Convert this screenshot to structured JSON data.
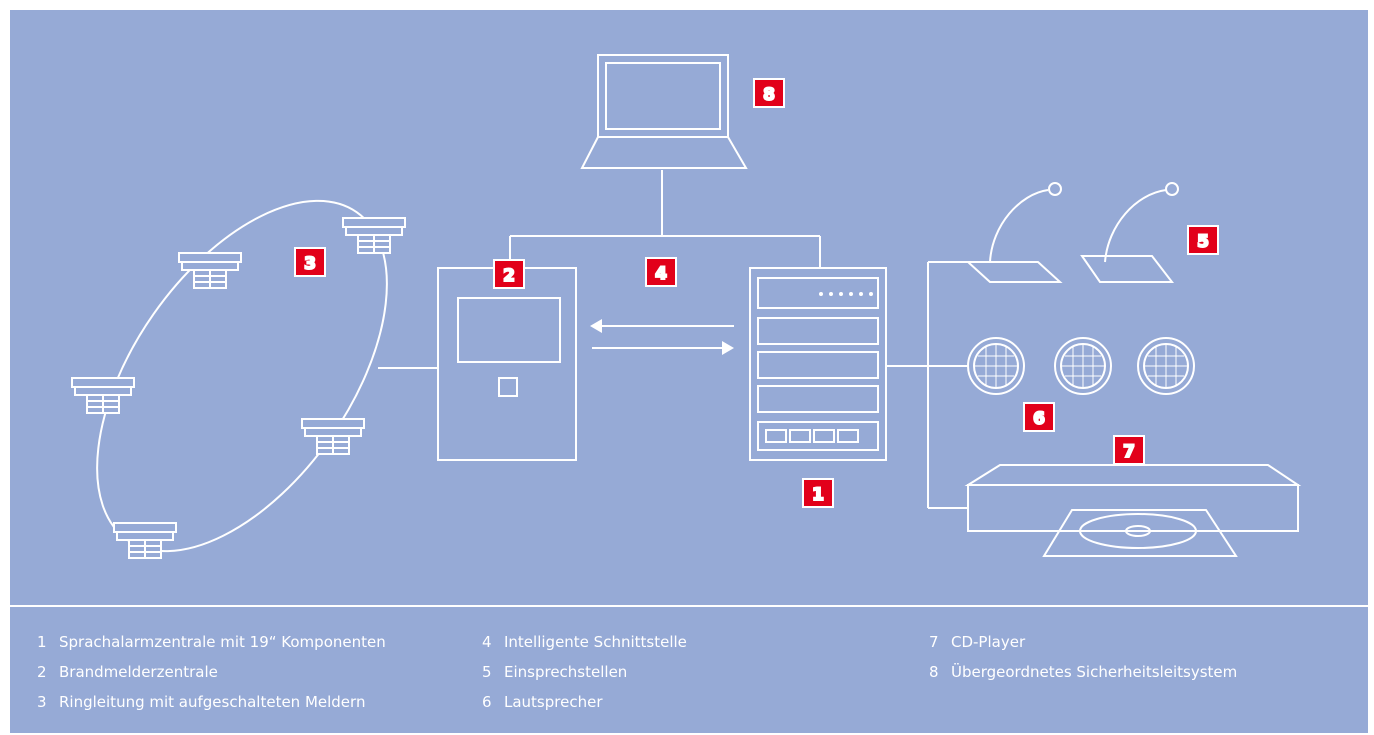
{
  "badges": {
    "b1": "1",
    "b2": "2",
    "b3": "3",
    "b4": "4",
    "b5": "5",
    "b6": "6",
    "b7": "7",
    "b8": "8"
  },
  "legend": [
    {
      "num": "1",
      "text": "Sprachalarmzentrale mit 19“ Komponenten"
    },
    {
      "num": "2",
      "text": "Brandmelderzentrale"
    },
    {
      "num": "3",
      "text": "Ringleitung mit aufgeschalteten Meldern"
    },
    {
      "num": "4",
      "text": "Intelligente Schnittstelle"
    },
    {
      "num": "5",
      "text": "Einsprechstellen"
    },
    {
      "num": "6",
      "text": "Lautsprecher"
    },
    {
      "num": "7",
      "text": "CD-Player"
    },
    {
      "num": "8",
      "text": "Übergeordnetes Sicherheitsleitsystem"
    }
  ],
  "colors": {
    "background": "#96aad6",
    "line": "#ffffff",
    "badge": "#e2001a"
  }
}
